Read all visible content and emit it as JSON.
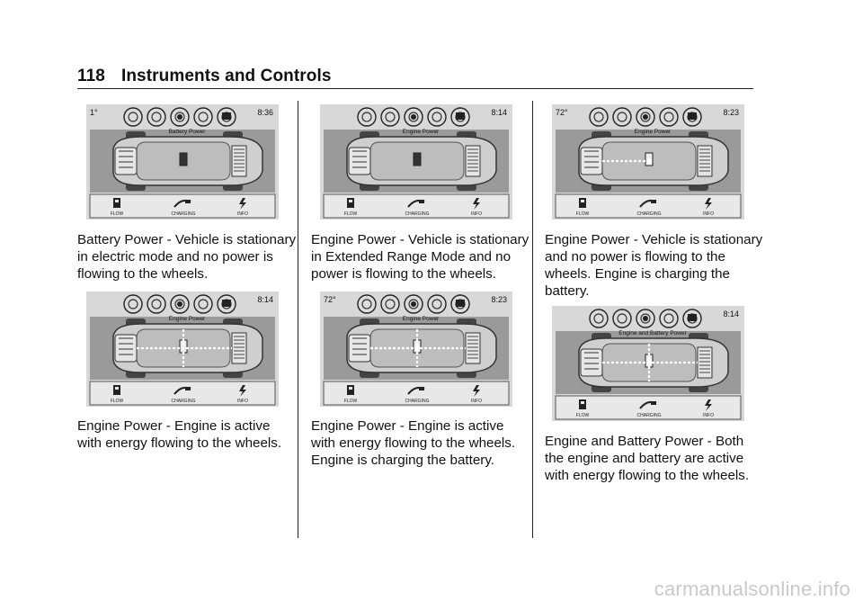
{
  "header": {
    "page_number": "118",
    "section_title": "Instruments and Controls"
  },
  "screen_labels": {
    "flow": "FLOW",
    "charging": "CHARGING",
    "info": "INFO"
  },
  "figures": [
    {
      "mode_label": "Battery Power",
      "temp": "1°",
      "time": "8:36",
      "flow": "none",
      "engine_active": false,
      "caption": "Battery Power - Vehicle is stationary\nin electric mode and no power is\nflowing to the wheels."
    },
    {
      "mode_label": "Engine Power",
      "temp": "",
      "time": "8:14",
      "flow": "wheels",
      "engine_active": true,
      "caption": "Engine Power - Engine is active\nwith energy flowing to the wheels."
    },
    {
      "mode_label": "Engine Power",
      "temp": "",
      "time": "8:14",
      "flow": "none",
      "engine_active": false,
      "caption": "Engine Power - Vehicle is stationary\nin Extended Range Mode and no\npower is flowing to the wheels."
    },
    {
      "mode_label": "Engine Power",
      "temp": "72°",
      "time": "8:23",
      "flow": "wheels-battery",
      "engine_active": true,
      "caption": "Engine Power - Engine is active\nwith energy flowing to the wheels.\nEngine is charging the battery."
    },
    {
      "mode_label": "Engine Power",
      "temp": "72°",
      "time": "8:23",
      "flow": "battery",
      "engine_active": true,
      "caption": "Engine Power - Vehicle is stationary\nand no power is flowing to the\nwheels. Engine is charging the\nbattery."
    },
    {
      "mode_label": "Engine and Battery Power",
      "temp": "",
      "time": "8:14",
      "flow": "both",
      "engine_active": true,
      "caption": "Engine and Battery Power - Both\nthe engine and battery are active\nwith energy flowing to the wheels."
    }
  ],
  "watermark": "carmanualsonline.info"
}
